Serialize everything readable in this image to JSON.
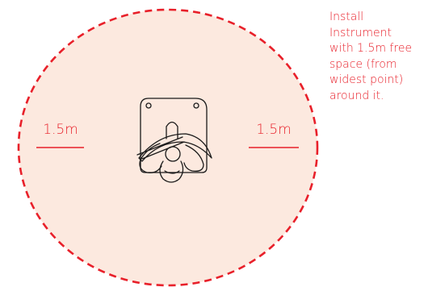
{
  "diagram": {
    "clearance_labels": {
      "left": "1.5m",
      "right": "1.5m"
    },
    "instruction_lines": [
      "Install",
      "Instrument",
      "with 1.5m free",
      "space (from",
      "widest point)",
      "around it."
    ],
    "colors": {
      "accent": "#e8202a",
      "zone_fill": "#fce9df",
      "instrument_stroke": "#1a1a1a"
    },
    "icons": {
      "instrument": "wall-mounted-instrument-icon"
    }
  }
}
